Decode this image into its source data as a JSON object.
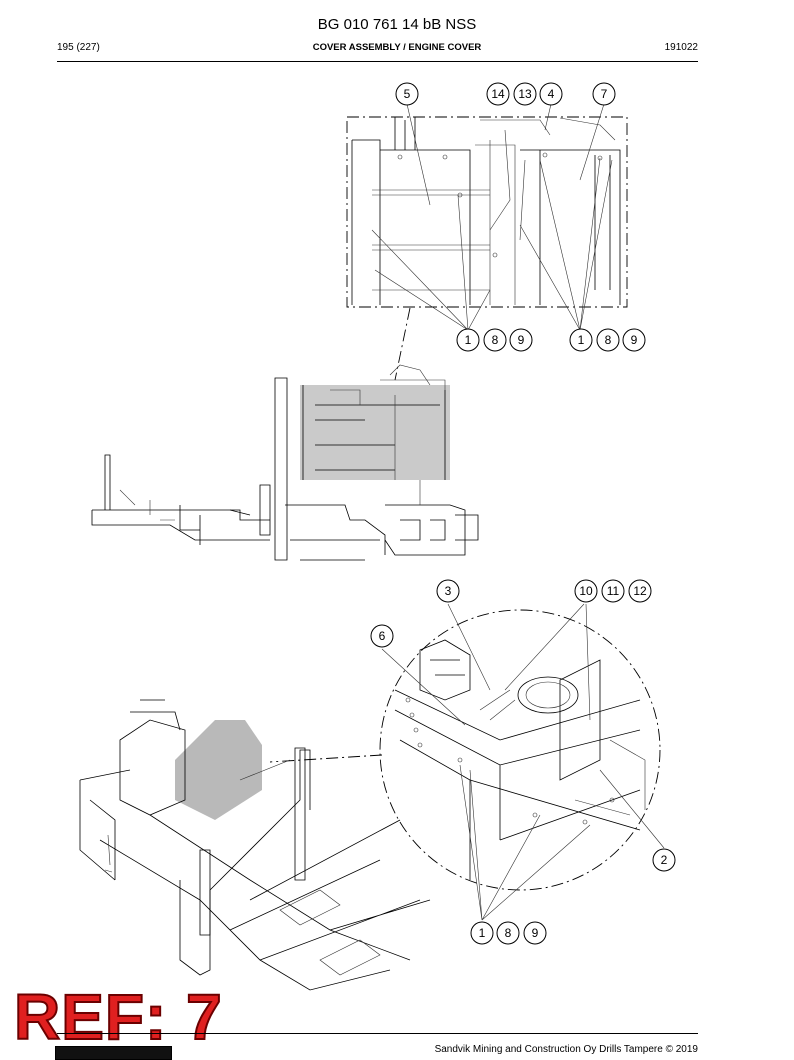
{
  "header": {
    "document_title": "BG 010 761 14 bB NSS",
    "page_number": "195 (227)",
    "section_title": "COVER ASSEMBLY / ENGINE COVER",
    "date_code": "191022"
  },
  "callouts_top": [
    "5",
    "14",
    "13",
    "4",
    "7",
    "1",
    "8",
    "9",
    "1",
    "8",
    "9"
  ],
  "callouts_bottom": [
    "3",
    "10",
    "11",
    "12",
    "6",
    "2",
    "1",
    "8",
    "9"
  ],
  "stamp": {
    "text": "REF: 7",
    "color": "#e02020"
  },
  "footer": {
    "text": "Sandvik Mining and Construction Oy Drills Tampere © 2019"
  }
}
